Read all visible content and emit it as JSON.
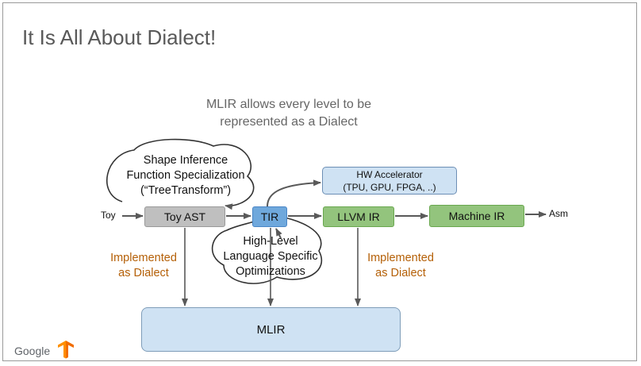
{
  "slide": {
    "title": "It Is All About Dialect!",
    "subtitle_line1": "MLIR allows every level to be",
    "subtitle_line2": "represented as a Dialect"
  },
  "nodes": {
    "toy_ast": "Toy AST",
    "tir": "TIR",
    "llvm_ir": "LLVM IR",
    "machine_ir": "Machine IR",
    "hw_line1": "HW Accelerator",
    "hw_line2": "(TPU, GPU, FPGA, ..)",
    "mlir": "MLIR"
  },
  "endpoints": {
    "input": "Toy",
    "output": "Asm"
  },
  "clouds": {
    "top_line1": "Shape Inference",
    "top_line2": "Function Specialization",
    "top_line3": "(“TreeTransform”)",
    "bottom_line1": "High-Level",
    "bottom_line2": "Language Specific",
    "bottom_line3": "Optimizations"
  },
  "notes": {
    "left_line1": "Implemented",
    "left_line2": "as Dialect",
    "right_line1": "Implemented",
    "right_line2": "as Dialect"
  },
  "footer": {
    "brand": "Google",
    "logo_icon": "tensorflow-logo-icon"
  },
  "colors": {
    "toy_ast": "#bfbfbf",
    "tir": "#6fa8dc",
    "llvm": "#93c47d",
    "hw_mlir": "#cfe2f3",
    "note": "#b45f06"
  }
}
